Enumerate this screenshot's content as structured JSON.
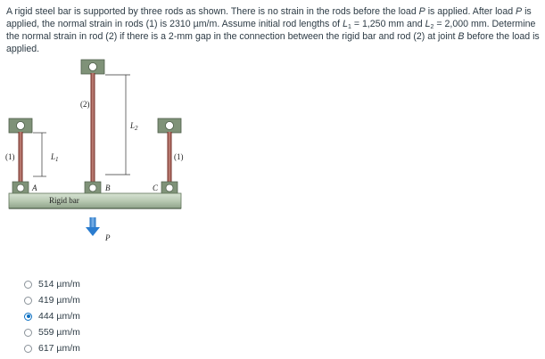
{
  "question": {
    "p1": "A rigid steel bar is supported by three rods as shown. There is no strain in the rods before the load ",
    "P1": "P",
    "p2": " is applied. After load ",
    "P2": "P",
    "p3": " is applied, the normal strain in rods (1) is 2310 µm/m. Assume initial rod lengths of ",
    "L1": "L",
    "L1sub": "1",
    "p4": " = 1,250 mm and ",
    "L2": "L",
    "L2sub": "2",
    "p5": " = 2,000 mm. Determine the normal strain in rod (2) if there is a 2-mm gap in the connection between the rigid bar and rod (2) at joint ",
    "B": "B",
    "p6": " before the load is applied."
  },
  "figure": {
    "rod2_label": "(2)",
    "rod1_left_label": "(1)",
    "rod1_right_label": "(1)",
    "L1_label": "L",
    "L1_sub": "1",
    "L2_label": "L",
    "L2_sub": "2",
    "A_label": "A",
    "B_label": "B",
    "C_label": "C",
    "bar_label": "Rigid bar",
    "P_label": "P"
  },
  "answers": [
    {
      "label": "514 µm/m",
      "selected": false
    },
    {
      "label": "419 µm/m",
      "selected": false
    },
    {
      "label": "444 µm/m",
      "selected": true
    },
    {
      "label": "559 µm/m",
      "selected": false
    },
    {
      "label": "617 µm/m",
      "selected": false
    }
  ]
}
